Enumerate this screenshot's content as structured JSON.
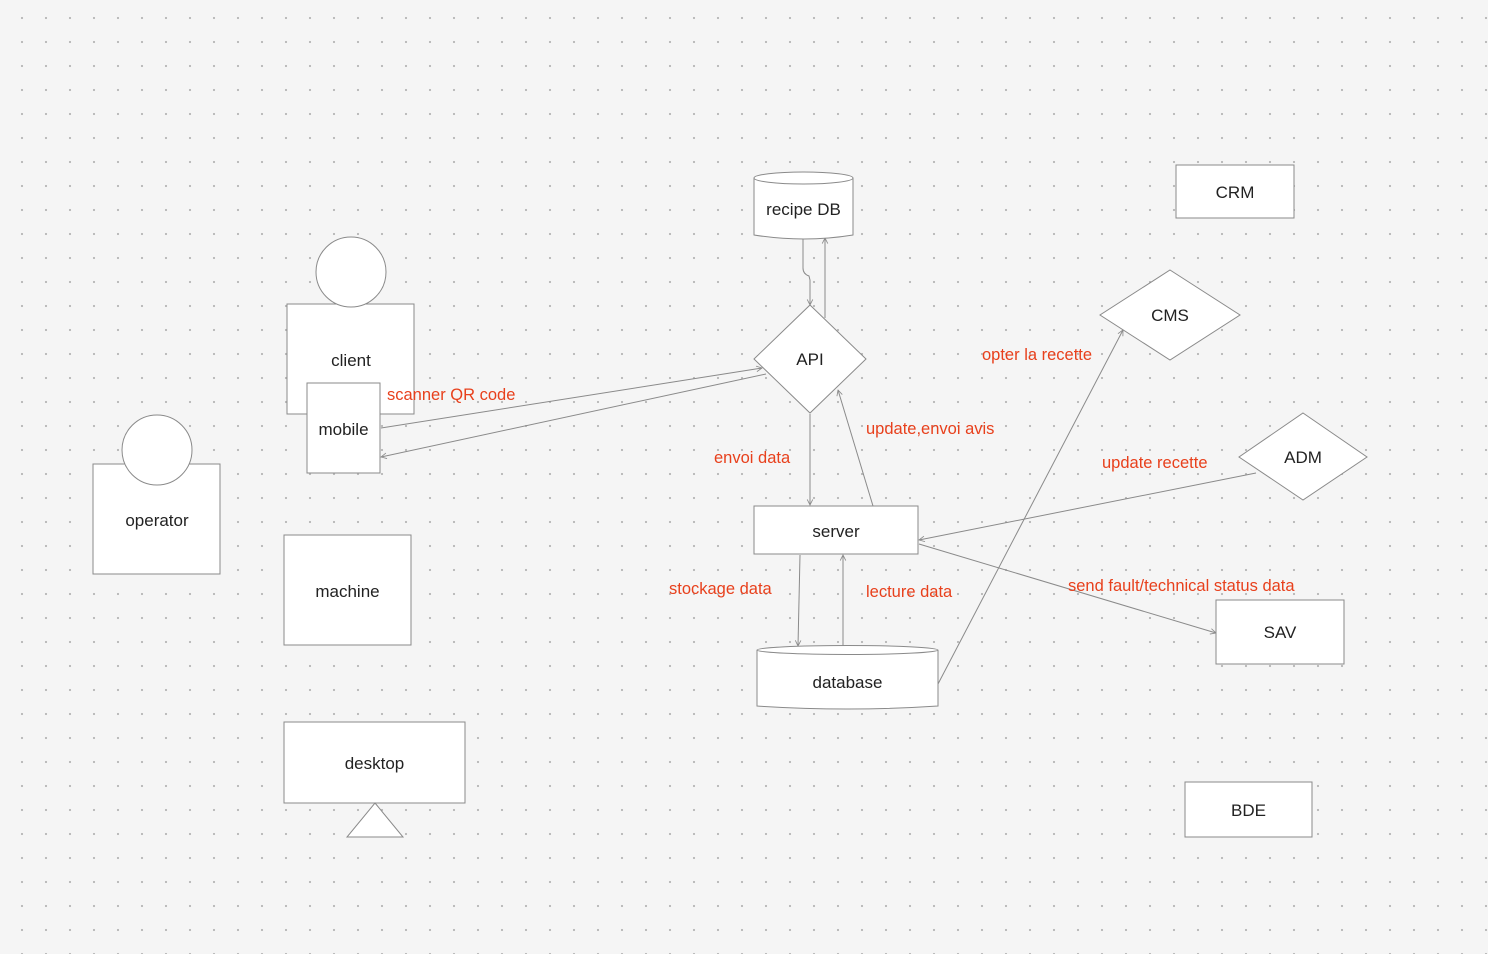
{
  "nodes": {
    "recipe_db": "recipe DB",
    "crm": "CRM",
    "client": "client",
    "mobile": "mobile",
    "api": "API",
    "cms": "CMS",
    "operator": "operator",
    "adm": "ADM",
    "server": "server",
    "machine": "machine",
    "sav": "SAV",
    "database": "database",
    "desktop": "desktop",
    "bde": "BDE"
  },
  "edge_labels": {
    "scanner_qr": "scanner QR code",
    "opter_recette": "opter la recette",
    "update_avis": "update,envoi avis",
    "envoi_data": "envoi data",
    "update_recette": "update recette",
    "stockage_data": "stockage data",
    "lecture_data": "lecture data",
    "send_fault": "send fault/technical status data"
  },
  "colors": {
    "label": "#e8401c",
    "stroke": "#8a8a8a",
    "background": "#f5f5f5",
    "shape_fill": "#ffffff"
  }
}
